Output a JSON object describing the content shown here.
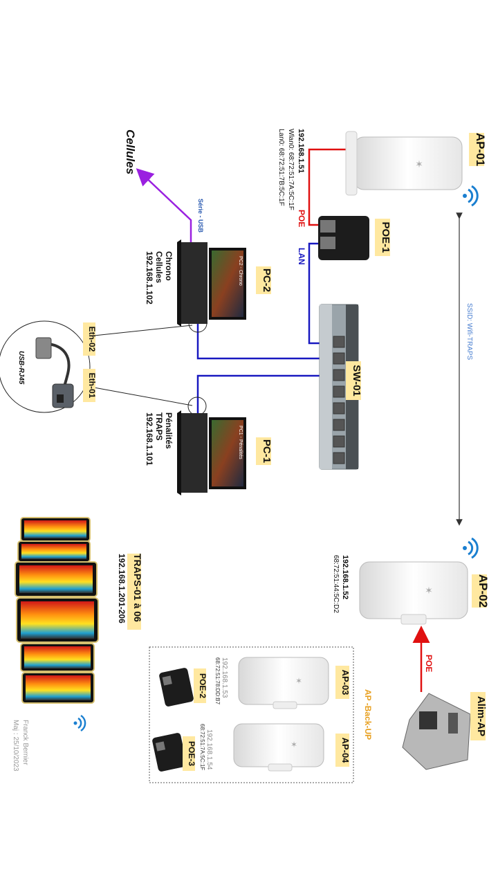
{
  "labels": {
    "ap01": "AP-01",
    "ap02": "AP-02",
    "ap03": "AP-03",
    "ap04": "AP-04",
    "poe1": "POE-1",
    "poe2": "POE-2",
    "poe3": "POE-3",
    "sw01": "SW-01",
    "pc1": "PC-1",
    "pc2": "PC-2",
    "alim": "Alim-AP",
    "traps": "TRAPS-01 à 06",
    "eth01": "Eth-01",
    "eth02": "Eth-02",
    "backup": "AP -Back-UP",
    "cellules": "Cellules",
    "usbrj45": "USB-RJ45"
  },
  "links": {
    "poe_red": "POE",
    "lan": "LAN",
    "poe_alim": "POE",
    "serie": "Série - USB",
    "ssid": "SSID:  Wifi-TRAPS"
  },
  "ap01_info": {
    "ip": "192.168.1.51",
    "wan": "Wlan0: 68:72:51:7A:5C:1F",
    "lan": "Lan0:   68:72:51:7B:5C:1F"
  },
  "ap02_info": {
    "ip": "192.168.1.52",
    "mac": "68:72:51:44:5C:D2"
  },
  "ap03_info": {
    "ip": "192.168.1.53",
    "mac": "68:72:51:78:DD:B7"
  },
  "ap04_info": {
    "ip": "192.168.1.54",
    "mac": "68:72:51:7A:5C:1F"
  },
  "pc2_info": {
    "l1": "Chrono",
    "l2": "Cellules",
    "l3": "192.168.1.102",
    "screen": "PC2 - Chrono"
  },
  "pc1_info": {
    "l1": "Pénalités",
    "l2": "TRAPS",
    "l3": "192.168.1.101",
    "screen": "PC1 - Pénalités"
  },
  "traps_info": {
    "ip": "192.168.1.201-206"
  },
  "author": {
    "name": "Franck Bernier",
    "date": "Maj : 25/10/2023"
  },
  "colors": {
    "label_bg": "#ffe8a0",
    "poe_red": "#e01010",
    "lan_blue": "#1818c0",
    "serie_purple": "#9a20e0",
    "wifi_blue": "#1a7fd0",
    "backup_orange": "#e8a020",
    "grey_text": "#888888"
  }
}
